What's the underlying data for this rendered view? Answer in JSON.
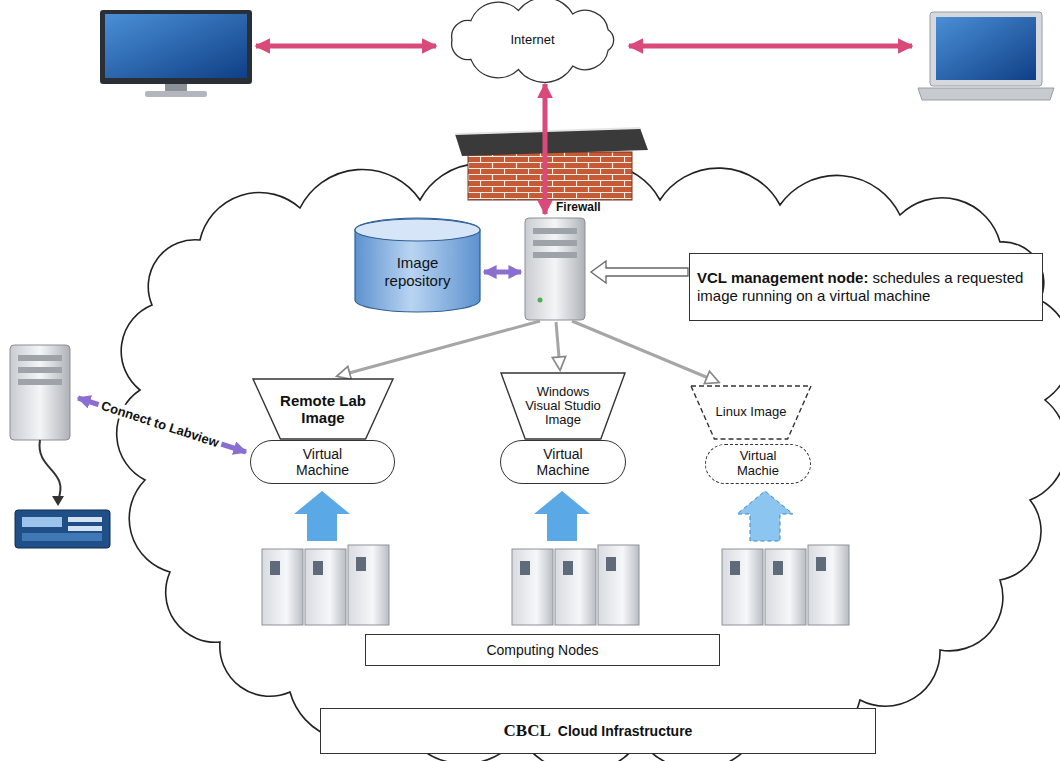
{
  "diagram": {
    "nodes": [
      {
        "text": [
          "Internet"
        ]
      },
      {
        "text": [
          "Image repository"
        ]
      },
      {
        "text": [
          "VCL management node:",
          "schedules a requested image running on a virtual machine"
        ]
      },
      {
        "text": [
          "Remote Lab Image"
        ]
      },
      {
        "text": [
          "Windows Visual Studio Image"
        ]
      },
      {
        "text": [
          "Linux Image"
        ]
      },
      {
        "text": [
          "Virtual Machine"
        ]
      },
      {
        "text": [
          "Virtual Machine"
        ]
      },
      {
        "text": [
          "Virtual Machie"
        ]
      },
      {
        "text": [
          "Computing Nodes"
        ]
      },
      {
        "text": [
          "CBCL",
          "Cloud Infrastructure"
        ]
      }
    ],
    "labels": [
      "Firewall",
      "Connect to Labview"
    ]
  }
}
